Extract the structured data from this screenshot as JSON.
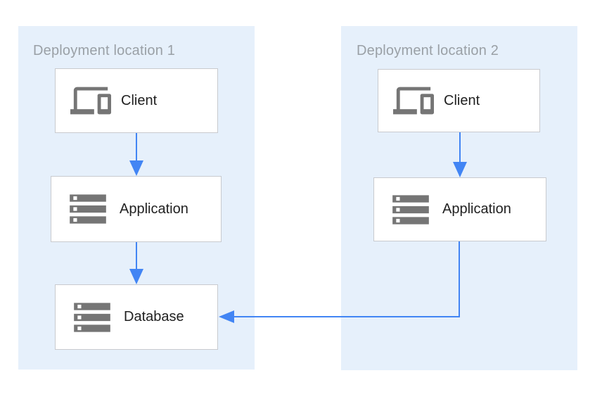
{
  "diagram": {
    "panels": [
      {
        "id": "deployment-location-1",
        "label": "Deployment location 1",
        "boxes": [
          {
            "id": "client-1",
            "label": "Client",
            "icon": "devices-icon"
          },
          {
            "id": "application-1",
            "label": "Application",
            "icon": "storage-icon"
          },
          {
            "id": "database-1",
            "label": "Database",
            "icon": "storage-icon"
          }
        ]
      },
      {
        "id": "deployment-location-2",
        "label": "Deployment location 2",
        "boxes": [
          {
            "id": "client-2",
            "label": "Client",
            "icon": "devices-icon"
          },
          {
            "id": "application-2",
            "label": "Application",
            "icon": "storage-icon"
          }
        ]
      }
    ],
    "edges": [
      {
        "from": "client-1",
        "to": "application-1",
        "shape": "straight-down"
      },
      {
        "from": "application-1",
        "to": "database-1",
        "shape": "straight-down"
      },
      {
        "from": "client-2",
        "to": "application-2",
        "shape": "straight-down"
      },
      {
        "from": "application-2",
        "to": "database-1",
        "shape": "elbow-down-left"
      }
    ],
    "colors": {
      "page_bg": "#ffffff",
      "panel_bg": "#e6f0fb",
      "arrow": "#4285f4",
      "icon_gray": "#757575",
      "box_border": "#c8cace",
      "box_bg": "#ffffff",
      "panel_label": "#9aa0a6",
      "node_label": "#212121"
    }
  }
}
